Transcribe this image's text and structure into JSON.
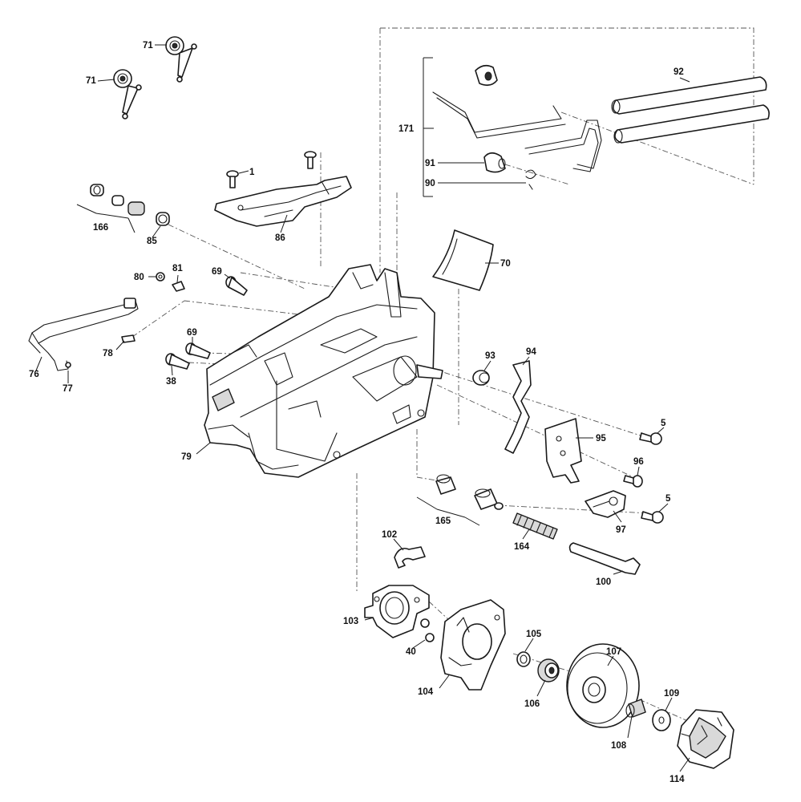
{
  "colors": {
    "line": "#1a1a1a",
    "shade": "#d9d9d9",
    "background": "#ffffff"
  },
  "callouts": {
    "p1": "1",
    "p5a": "5",
    "p5b": "5",
    "p38": "38",
    "p40": "40",
    "p69a": "69",
    "p69b": "69",
    "p70": "70",
    "p71a": "71",
    "p71b": "71",
    "p76": "76",
    "p77": "77",
    "p78": "78",
    "p79": "79",
    "p80": "80",
    "p81": "81",
    "p85": "85",
    "p86": "86",
    "p90": "90",
    "p91": "91",
    "p92": "92",
    "p93": "93",
    "p94": "94",
    "p95": "95",
    "p96": "96",
    "p97": "97",
    "p100": "100",
    "p102": "102",
    "p103": "103",
    "p104": "104",
    "p105": "105",
    "p106": "106",
    "p107": "107",
    "p108": "108",
    "p109": "109",
    "p114": "114",
    "p164": "164",
    "p165": "165",
    "p166": "166",
    "p171": "171"
  }
}
